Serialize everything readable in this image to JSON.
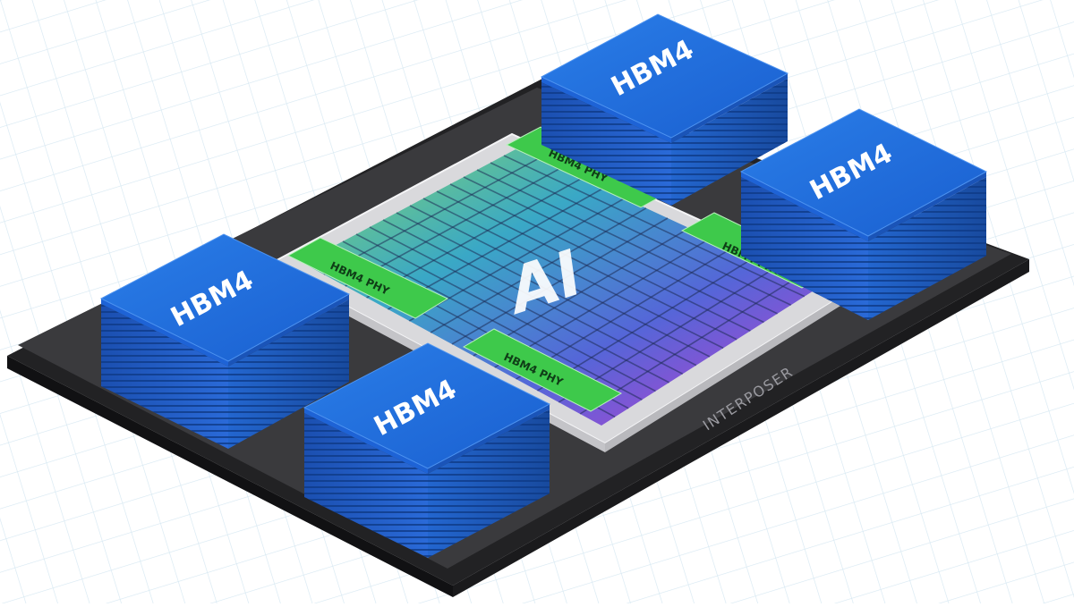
{
  "labels": {
    "hbm": [
      "HBM4",
      "HBM4",
      "HBM4",
      "HBM4"
    ],
    "phy": [
      "HBM4 PHY",
      "HBM4 PHY",
      "HBM4 PHY",
      "HBM4 PHY"
    ],
    "die": "AI",
    "interposer": "INTERPOSER"
  },
  "colors": {
    "background_grid": "#d6e8f2",
    "interposer": "#2f2f31",
    "die_frame": "#dcdcde",
    "phy": "#3ec94b",
    "hbm_top": "#1f6fe0",
    "hbm_side": "#1d55b8",
    "die_gradient": [
      "#7fd06a",
      "#3aa6c8",
      "#5a63d9",
      "#c03ad0"
    ]
  }
}
